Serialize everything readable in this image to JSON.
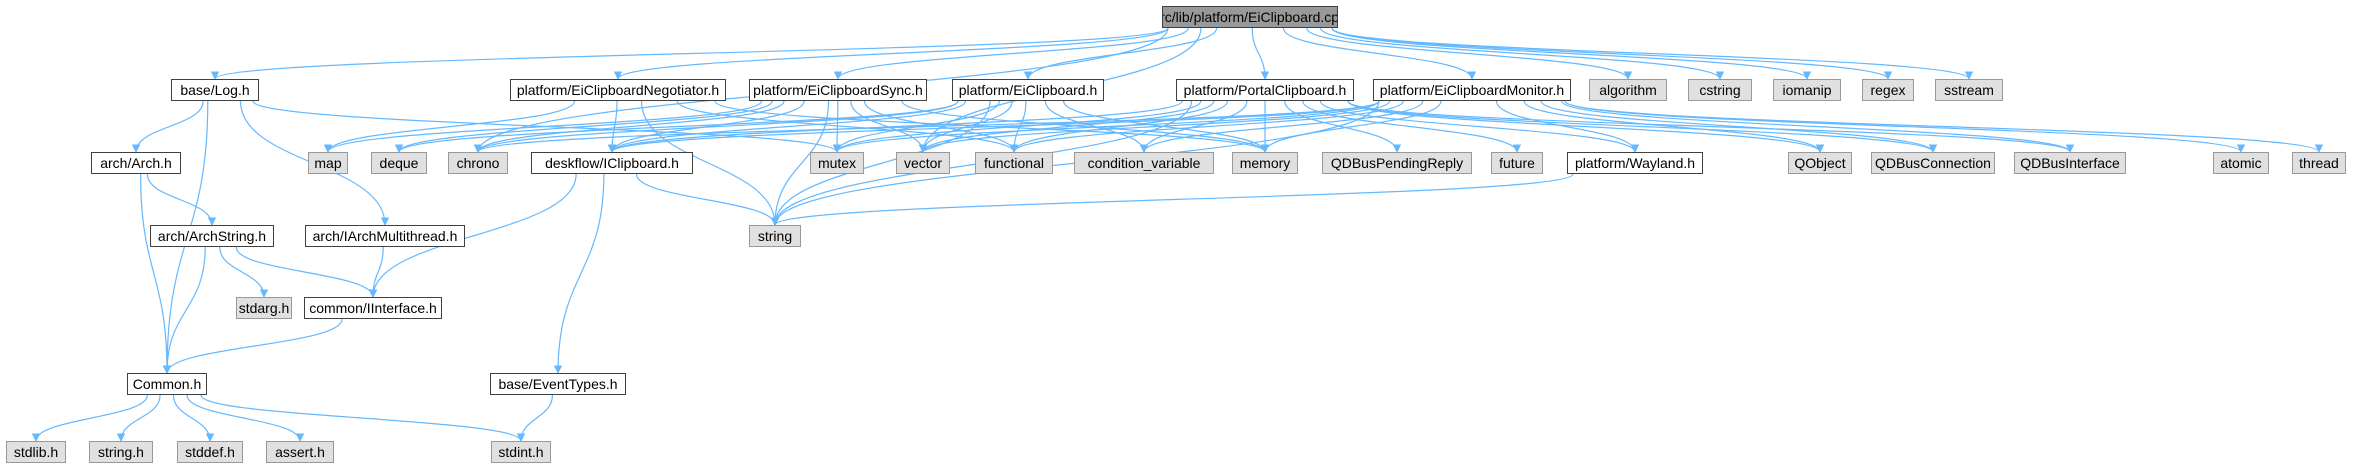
{
  "title": "src/lib/platform/EiClipboard.cpp",
  "colors": {
    "edge": "#63b8ff",
    "root_fill": "#999999",
    "system_fill": "#e0e0e0",
    "local_fill": "#ffffff",
    "border": "#404040"
  },
  "nodes": {
    "root": "src/lib/platform/EiClipboard.cpp",
    "base_log": "base/Log.h",
    "negotiator": "platform/EiClipboardNegotiator.h",
    "sync": "platform/EiClipboardSync.h",
    "eiclipboard": "platform/EiClipboard.h",
    "portal": "platform/PortalClipboard.h",
    "monitor": "platform/EiClipboardMonitor.h",
    "algorithm": "algorithm",
    "cstring": "cstring",
    "iomanip": "iomanip",
    "regex": "regex",
    "sstream": "sstream",
    "arch_arch": "arch/Arch.h",
    "map": "map",
    "deque": "deque",
    "chrono": "chrono",
    "iclipboard": "deskflow/IClipboard.h",
    "mutex": "mutex",
    "vector": "vector",
    "functional": "functional",
    "condvar": "condition_variable",
    "memory": "memory",
    "qdbus_reply": "QDBusPendingReply",
    "future": "future",
    "wayland": "platform/Wayland.h",
    "qobject": "QObject",
    "qdbus_conn": "QDBusConnection",
    "qdbus_iface": "QDBusInterface",
    "atomic": "atomic",
    "thread": "thread",
    "arch_string": "arch/ArchString.h",
    "arch_mt": "arch/IArchMultithread.h",
    "string": "string",
    "stdarg": "stdarg.h",
    "iinterface": "common/IInterface.h",
    "common": "Common.h",
    "event_types": "base/EventTypes.h",
    "stdlib": "stdlib.h",
    "string_h": "string.h",
    "stddef": "stddef.h",
    "assert": "assert.h",
    "stdint": "stdint.h"
  },
  "edges": [
    [
      "root",
      "base_log"
    ],
    [
      "root",
      "negotiator"
    ],
    [
      "root",
      "sync"
    ],
    [
      "root",
      "eiclipboard"
    ],
    [
      "root",
      "portal"
    ],
    [
      "root",
      "monitor"
    ],
    [
      "root",
      "algorithm"
    ],
    [
      "root",
      "cstring"
    ],
    [
      "root",
      "iomanip"
    ],
    [
      "root",
      "regex"
    ],
    [
      "root",
      "sstream"
    ],
    [
      "root",
      "chrono"
    ],
    [
      "root",
      "vector"
    ],
    [
      "base_log",
      "arch_arch"
    ],
    [
      "base_log",
      "arch_mt"
    ],
    [
      "base_log",
      "common"
    ],
    [
      "base_log",
      "mutex"
    ],
    [
      "negotiator",
      "iclipboard"
    ],
    [
      "negotiator",
      "functional"
    ],
    [
      "negotiator",
      "string"
    ],
    [
      "negotiator",
      "memory"
    ],
    [
      "negotiator",
      "map"
    ],
    [
      "sync",
      "map"
    ],
    [
      "sync",
      "deque"
    ],
    [
      "sync",
      "chrono"
    ],
    [
      "sync",
      "iclipboard"
    ],
    [
      "sync",
      "mutex"
    ],
    [
      "sync",
      "vector"
    ],
    [
      "sync",
      "functional"
    ],
    [
      "sync",
      "string"
    ],
    [
      "sync",
      "memory"
    ],
    [
      "eiclipboard",
      "iclipboard"
    ],
    [
      "eiclipboard",
      "mutex"
    ],
    [
      "eiclipboard",
      "vector"
    ],
    [
      "eiclipboard",
      "functional"
    ],
    [
      "eiclipboard",
      "condvar"
    ],
    [
      "eiclipboard",
      "memory"
    ],
    [
      "eiclipboard",
      "string"
    ],
    [
      "eiclipboard",
      "chrono"
    ],
    [
      "eiclipboard",
      "deque"
    ],
    [
      "portal",
      "iclipboard"
    ],
    [
      "portal",
      "mutex"
    ],
    [
      "portal",
      "vector"
    ],
    [
      "portal",
      "functional"
    ],
    [
      "portal",
      "condvar"
    ],
    [
      "portal",
      "memory"
    ],
    [
      "portal",
      "qdbus_reply"
    ],
    [
      "portal",
      "future"
    ],
    [
      "portal",
      "wayland"
    ],
    [
      "portal",
      "qobject"
    ],
    [
      "portal",
      "qdbus_conn"
    ],
    [
      "portal",
      "qdbus_iface"
    ],
    [
      "portal",
      "string"
    ],
    [
      "monitor",
      "iclipboard"
    ],
    [
      "monitor",
      "mutex"
    ],
    [
      "monitor",
      "vector"
    ],
    [
      "monitor",
      "functional"
    ],
    [
      "monitor",
      "condvar"
    ],
    [
      "monitor",
      "memory"
    ],
    [
      "monitor",
      "wayland"
    ],
    [
      "monitor",
      "qobject"
    ],
    [
      "monitor",
      "qdbus_conn"
    ],
    [
      "monitor",
      "qdbus_iface"
    ],
    [
      "monitor",
      "atomic"
    ],
    [
      "monitor",
      "thread"
    ],
    [
      "monitor",
      "string"
    ],
    [
      "monitor",
      "chrono"
    ],
    [
      "arch_arch",
      "arch_string"
    ],
    [
      "arch_arch",
      "common"
    ],
    [
      "arch_string",
      "stdarg"
    ],
    [
      "arch_string",
      "common"
    ],
    [
      "arch_string",
      "iinterface"
    ],
    [
      "arch_mt",
      "iinterface"
    ],
    [
      "iclipboard",
      "string"
    ],
    [
      "iclipboard",
      "iinterface"
    ],
    [
      "iclipboard",
      "event_types"
    ],
    [
      "iinterface",
      "common"
    ],
    [
      "wayland",
      "string"
    ],
    [
      "event_types",
      "stdint"
    ],
    [
      "common",
      "stdlib"
    ],
    [
      "common",
      "string_h"
    ],
    [
      "common",
      "stddef"
    ],
    [
      "common",
      "assert"
    ],
    [
      "common",
      "stdint"
    ]
  ]
}
